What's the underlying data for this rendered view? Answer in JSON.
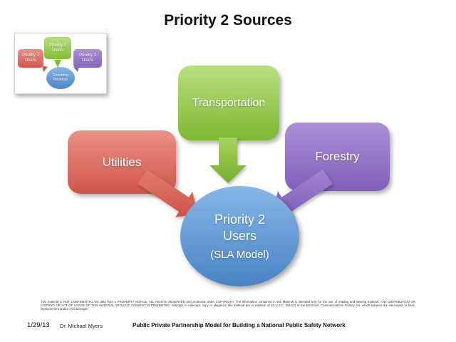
{
  "title": "Priority 2 Sources",
  "thumbnail": {
    "p1_label": "Priority 1 Users",
    "p2_label": "Priority 2 Users",
    "p3_label": "Priority 3 Users",
    "center_label": "Recurring Revenue"
  },
  "diagram": {
    "utilities_label": "Utilities",
    "transportation_label": "Transportation",
    "forestry_label": "Forestry",
    "center_line1": "Priority 2",
    "center_line2": "Users",
    "center_line3": "(SLA Model)",
    "colors": {
      "green": "#8cc63f",
      "red": "#dd6a5f",
      "purple": "#8e6fc4",
      "blue": "#5b93d5"
    }
  },
  "footer": {
    "legal": "This material is NOT CONFIDENTIAL but data from a PROPERTY NOTICE, ALL RIGHTS RESERVED and protected under COPYRIGHT. The information contained in this Material is intended only for the use of reading and viewing material. ANY DISTRIBUTION OR COPYING OR ACT OF USAGE OF THIS MATERIAL WITHOUT CONSENT IS PROHIBITED. Attempts to intercept, copy or plagiarize this material are in violation of 18 U.S.C. 2511(1) of the Electronic Communications Privacy Act, which subjects the interceptor to fines, imprisonment and/or civil damages.",
    "date": "1/29/13",
    "author": "Dr. Michael Myers",
    "subtitle": "Public Private Partnership Model for Building a National Public Safety Network"
  }
}
